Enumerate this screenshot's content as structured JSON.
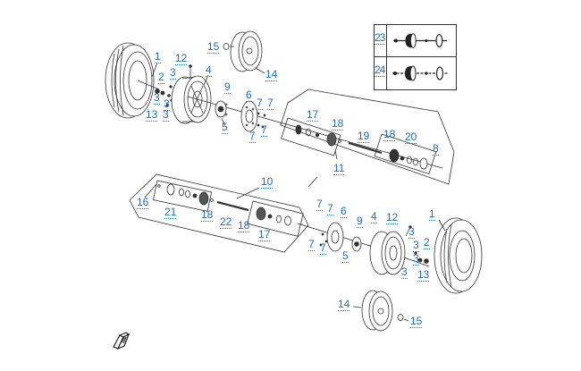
{
  "diagram": {
    "title": "Wheel and drive shaft exploded view",
    "callout_color": "#1f6fb8",
    "line_color": "#333333",
    "callouts": [
      {
        "id": "c1a",
        "label": "1"
      },
      {
        "id": "c12a",
        "label": "12"
      },
      {
        "id": "c15a",
        "label": "15"
      },
      {
        "id": "c14a",
        "label": "14"
      },
      {
        "id": "c2a",
        "label": "2"
      },
      {
        "id": "c3a1",
        "label": "3"
      },
      {
        "id": "c4a",
        "label": "4"
      },
      {
        "id": "c3a2",
        "label": "3"
      },
      {
        "id": "c3a3",
        "label": "3"
      },
      {
        "id": "c13a",
        "label": "13"
      },
      {
        "id": "c3a4",
        "label": "3"
      },
      {
        "id": "c9a",
        "label": "9"
      },
      {
        "id": "c6a",
        "label": "6"
      },
      {
        "id": "c7a1",
        "label": "7"
      },
      {
        "id": "c7a2",
        "label": "7"
      },
      {
        "id": "c5a",
        "label": "5"
      },
      {
        "id": "c7a3",
        "label": "7"
      },
      {
        "id": "c7a4",
        "label": "7"
      },
      {
        "id": "c17a",
        "label": "17"
      },
      {
        "id": "c18a",
        "label": "18"
      },
      {
        "id": "c19",
        "label": "19"
      },
      {
        "id": "c18b",
        "label": "18"
      },
      {
        "id": "c20",
        "label": "20"
      },
      {
        "id": "c8",
        "label": "8"
      },
      {
        "id": "c11",
        "label": "11"
      },
      {
        "id": "c10",
        "label": "10"
      },
      {
        "id": "c16",
        "label": "16"
      },
      {
        "id": "c21",
        "label": "21"
      },
      {
        "id": "c18c",
        "label": "18"
      },
      {
        "id": "c22",
        "label": "22"
      },
      {
        "id": "c18d",
        "label": "18"
      },
      {
        "id": "c17b",
        "label": "17"
      },
      {
        "id": "c7b1",
        "label": "7"
      },
      {
        "id": "c7b2",
        "label": "7"
      },
      {
        "id": "c6b",
        "label": "6"
      },
      {
        "id": "c9b",
        "label": "9"
      },
      {
        "id": "c4b",
        "label": "4"
      },
      {
        "id": "c12b",
        "label": "12"
      },
      {
        "id": "c1b",
        "label": "1"
      },
      {
        "id": "c3b1",
        "label": "3"
      },
      {
        "id": "c7b3",
        "label": "7"
      },
      {
        "id": "c7b4",
        "label": "7"
      },
      {
        "id": "c3b2",
        "label": "3"
      },
      {
        "id": "c2b",
        "label": "2"
      },
      {
        "id": "c5b",
        "label": "5"
      },
      {
        "id": "c3b3",
        "label": "3"
      },
      {
        "id": "c3b4",
        "label": "3"
      },
      {
        "id": "c13b",
        "label": "13"
      },
      {
        "id": "c14b",
        "label": "14"
      },
      {
        "id": "c15b",
        "label": "15"
      }
    ]
  },
  "legend": {
    "rows": [
      {
        "label": "23",
        "variant": "solid-shaft"
      },
      {
        "label": "24",
        "variant": "dashed-shaft"
      }
    ]
  },
  "nav": {
    "icon": "book-icon"
  }
}
